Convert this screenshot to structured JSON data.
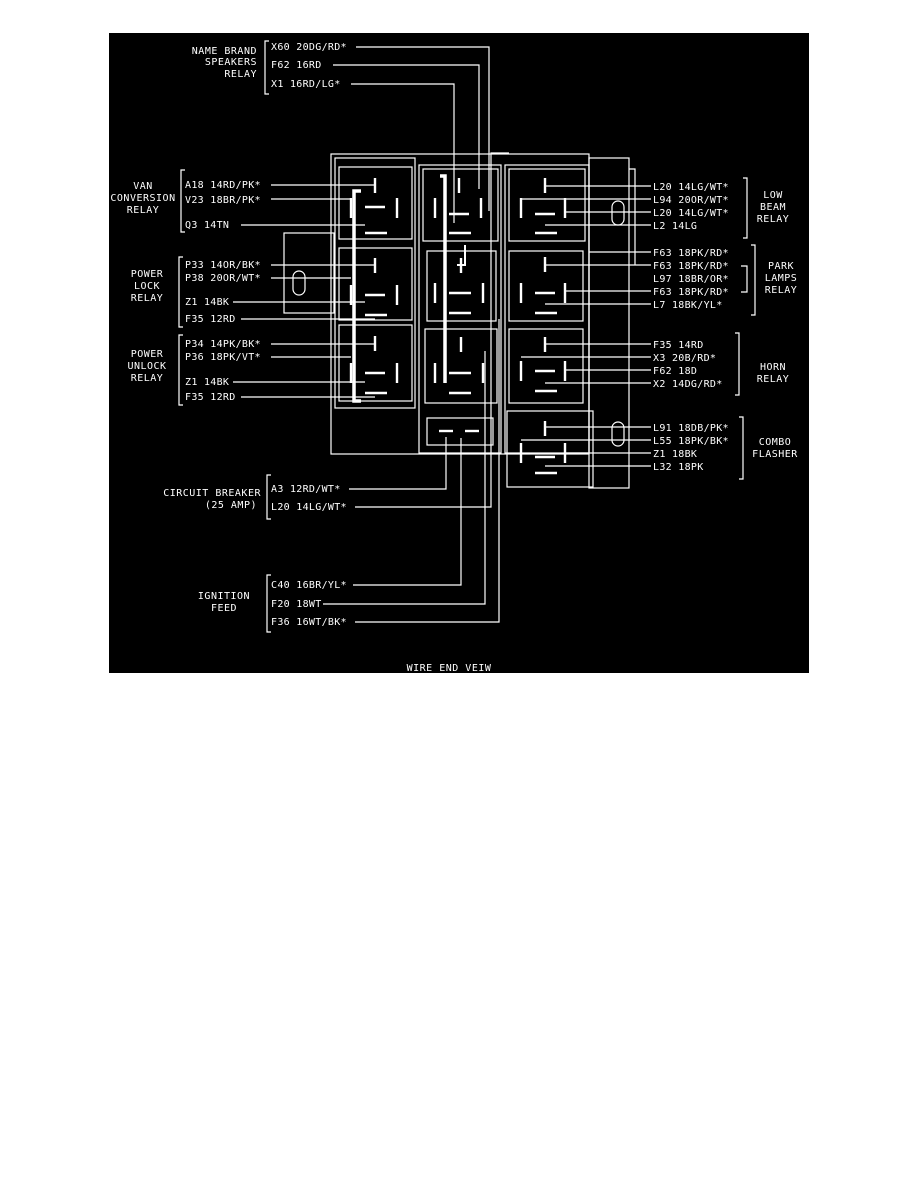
{
  "colors": {
    "background": "#000000",
    "ink": "#ffffff",
    "page": "#ffffff"
  },
  "footer": "WIRE END VEIW",
  "groups": {
    "name_brand": {
      "title": [
        "NAME BRAND",
        "SPEAKERS",
        "RELAY"
      ],
      "wires": [
        "X60 20DG/RD*",
        "F62 16RD",
        "X1 16RD/LG*"
      ]
    },
    "van_conversion": {
      "title": [
        "VAN",
        "CONVERSION",
        "RELAY"
      ],
      "wires": [
        "A18 14RD/PK*",
        "V23 18BR/PK*",
        "Q3 14TN"
      ]
    },
    "power_lock": {
      "title": [
        "POWER",
        "LOCK",
        "RELAY"
      ],
      "wires": [
        "P33 14OR/BK*",
        "P38 20OR/WT*",
        "Z1 14BK",
        "F35 12RD"
      ]
    },
    "power_unlock": {
      "title": [
        "POWER",
        "UNLOCK",
        "RELAY"
      ],
      "wires": [
        "P34 14PK/BK*",
        "P36 18PK/VT*",
        "Z1 14BK",
        "F35 12RD"
      ]
    },
    "circuit_breaker": {
      "title": [
        "CIRCUIT BREAKER",
        "(25 AMP)"
      ],
      "wires": [
        "A3 12RD/WT*",
        "L20 14LG/WT*"
      ]
    },
    "ignition": {
      "title": [
        "IGNITION",
        "FEED"
      ],
      "wires": [
        "C40 16BR/YL*",
        "F20 18WT",
        "F36 16WT/BK*"
      ]
    },
    "low_beam": {
      "title": [
        "LOW",
        "BEAM",
        "RELAY"
      ],
      "wires": [
        "L20 14LG/WT*",
        "L94 20OR/WT*",
        "L20 14LG/WT*",
        "L2 14LG"
      ]
    },
    "park_lamps": {
      "title": [
        "PARK",
        "LAMPS",
        "RELAY"
      ],
      "wires": [
        "F63 18PK/RD*",
        "F63 18PK/RD*",
        "L97 18BR/OR*",
        "F63 18PK/RD*",
        "L7 18BK/YL*"
      ]
    },
    "horn": {
      "title": [
        "HORN",
        "RELAY"
      ],
      "wires": [
        "F35 14RD",
        "X3 20B/RD*",
        "F62 18D",
        "X2 14DG/RD*"
      ]
    },
    "combo_flasher": {
      "title": [
        "COMBO",
        "FLASHER"
      ],
      "wires": [
        "L91 18DB/PK*",
        "L55 18PK/BK*",
        "Z1 18BK",
        "L32 18PK"
      ]
    }
  }
}
